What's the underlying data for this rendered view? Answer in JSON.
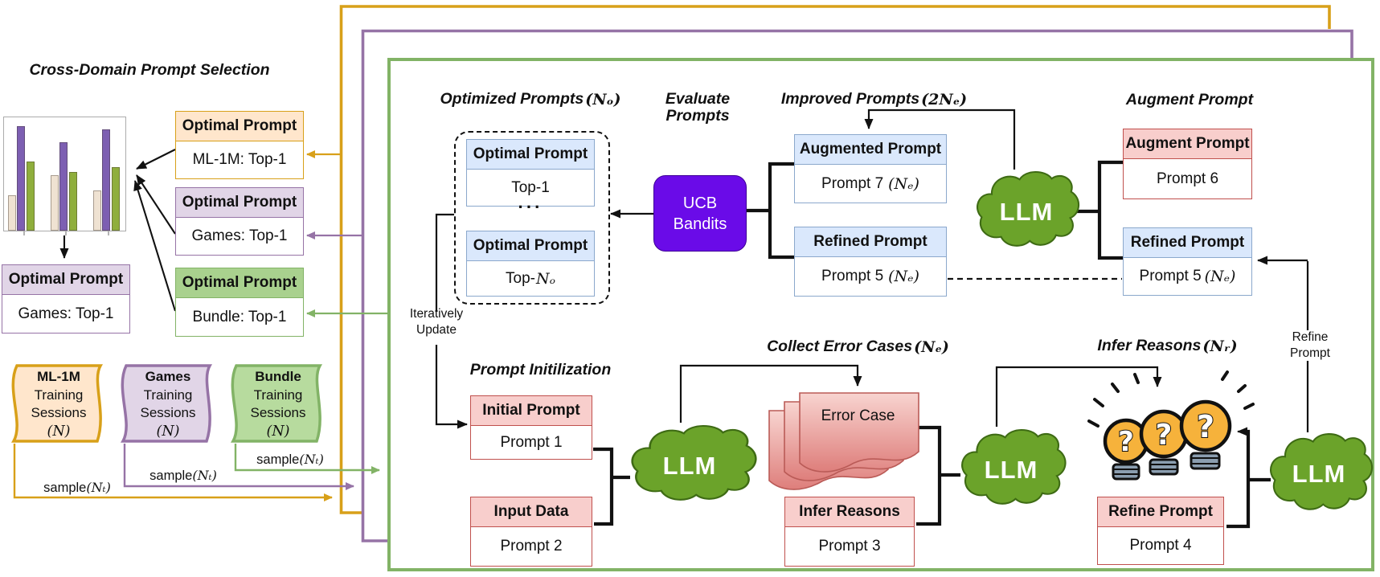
{
  "colors": {
    "orange": "#D8A019",
    "purple": "#9673A6",
    "green": "#82B366",
    "blue_header_bg": "#DAE8FC",
    "blue_border": "#8BA8CC",
    "red_header_bg": "#F8CECC",
    "red_border": "#C0504D",
    "ucb_bg": "#6A0BE8",
    "llm_green": "#6BA32A",
    "bulb_yellow": "#F6B23B"
  },
  "left_panel": {
    "title": "Cross-Domain Prompt Selection",
    "chart_data": {
      "type": "bar",
      "categories": [
        "group-1",
        "group-2",
        "group-3"
      ],
      "series": [
        {
          "name": "beige",
          "color": "#EFE2D2",
          "values": [
            0.32,
            0.5,
            0.36
          ]
        },
        {
          "name": "purple",
          "color": "#7D5FB2",
          "values": [
            0.94,
            0.8,
            0.91
          ]
        },
        {
          "name": "olive",
          "color": "#8FAE3C",
          "values": [
            0.62,
            0.53,
            0.57
          ]
        }
      ],
      "title": "",
      "xlabel": "",
      "ylabel": "",
      "ylim": [
        0,
        1
      ],
      "gridlines": false,
      "legend": false,
      "axis_tick_labels": false
    },
    "selected_prompt_box": {
      "header": "Optimal Prompt",
      "body": "Games: Top-1"
    },
    "domain_prompt_boxes": [
      {
        "header": "Optimal Prompt",
        "body": "ML-1M: Top-1"
      },
      {
        "header": "Optimal Prompt",
        "body": "Games: Top-1"
      },
      {
        "header": "Optimal Prompt",
        "body": "Bundle: Top-1"
      }
    ],
    "training_sessions": [
      {
        "name": "ML-1M",
        "line2": "Training",
        "line3": "Sessions",
        "count_math": "(N)"
      },
      {
        "name": "Games",
        "line2": "Training",
        "line3": "Sessions",
        "count_math": "(N)"
      },
      {
        "name": "Bundle",
        "line2": "Training",
        "line3": "Sessions",
        "count_math": "(N)"
      }
    ],
    "sample_label_text": "sample",
    "sample_label_math": "(Nₜ)"
  },
  "pipeline": {
    "optimized": {
      "title": "Optimized Prompts",
      "title_math": "(Nₒ)",
      "box_top": {
        "header": "Optimal Prompt",
        "body": "Top-1"
      },
      "ellipsis": "···",
      "box_bottom": {
        "header": "Optimal Prompt",
        "body_text": "Top-",
        "body_math": "Nₒ"
      }
    },
    "evaluate": {
      "title_line1": "Evaluate",
      "title_line2": "Prompts"
    },
    "ucb": {
      "line1": "UCB",
      "line2": "Bandits"
    },
    "improved": {
      "title": "Improved Prompts",
      "title_math": "(2Nₑ)",
      "augmented_box": {
        "header": "Augmented Prompt",
        "body_text": "Prompt 7",
        "body_math": "(Nₑ)"
      },
      "refined_box": {
        "header": "Refined Prompt",
        "body_text": "Prompt 5",
        "body_math": "(Nₑ)"
      }
    },
    "augment": {
      "title": "Augment Prompt",
      "augment_box": {
        "header": "Augment Prompt",
        "body": "Prompt 6"
      },
      "refined_box": {
        "header": "Refined Prompt",
        "body_text": "Prompt 5",
        "body_math": "(Nₑ)"
      }
    },
    "llm_label": "LLM",
    "iteratively_update_line1": "Iteratively",
    "iteratively_update_line2": "Update",
    "initialization": {
      "title": "Prompt Initilization",
      "initial_box": {
        "header": "Initial Prompt",
        "body": "Prompt 1"
      },
      "input_box": {
        "header": "Input Data",
        "body": "Prompt 2"
      }
    },
    "collect_errors": {
      "title": "Collect Error Cases",
      "title_math": "(Nₑ)",
      "error_case_label": "Error Case",
      "infer_box": {
        "header": "Infer Reasons",
        "body": "Prompt 3"
      }
    },
    "infer_reasons": {
      "title": "Infer Reasons",
      "title_math": "(Nᵣ)",
      "bulb_glyph": "?",
      "refine_box": {
        "header": "Refine Prompt",
        "body": "Prompt 4"
      }
    },
    "refine_prompt_label_line1": "Refine",
    "refine_prompt_label_line2": "Prompt"
  }
}
